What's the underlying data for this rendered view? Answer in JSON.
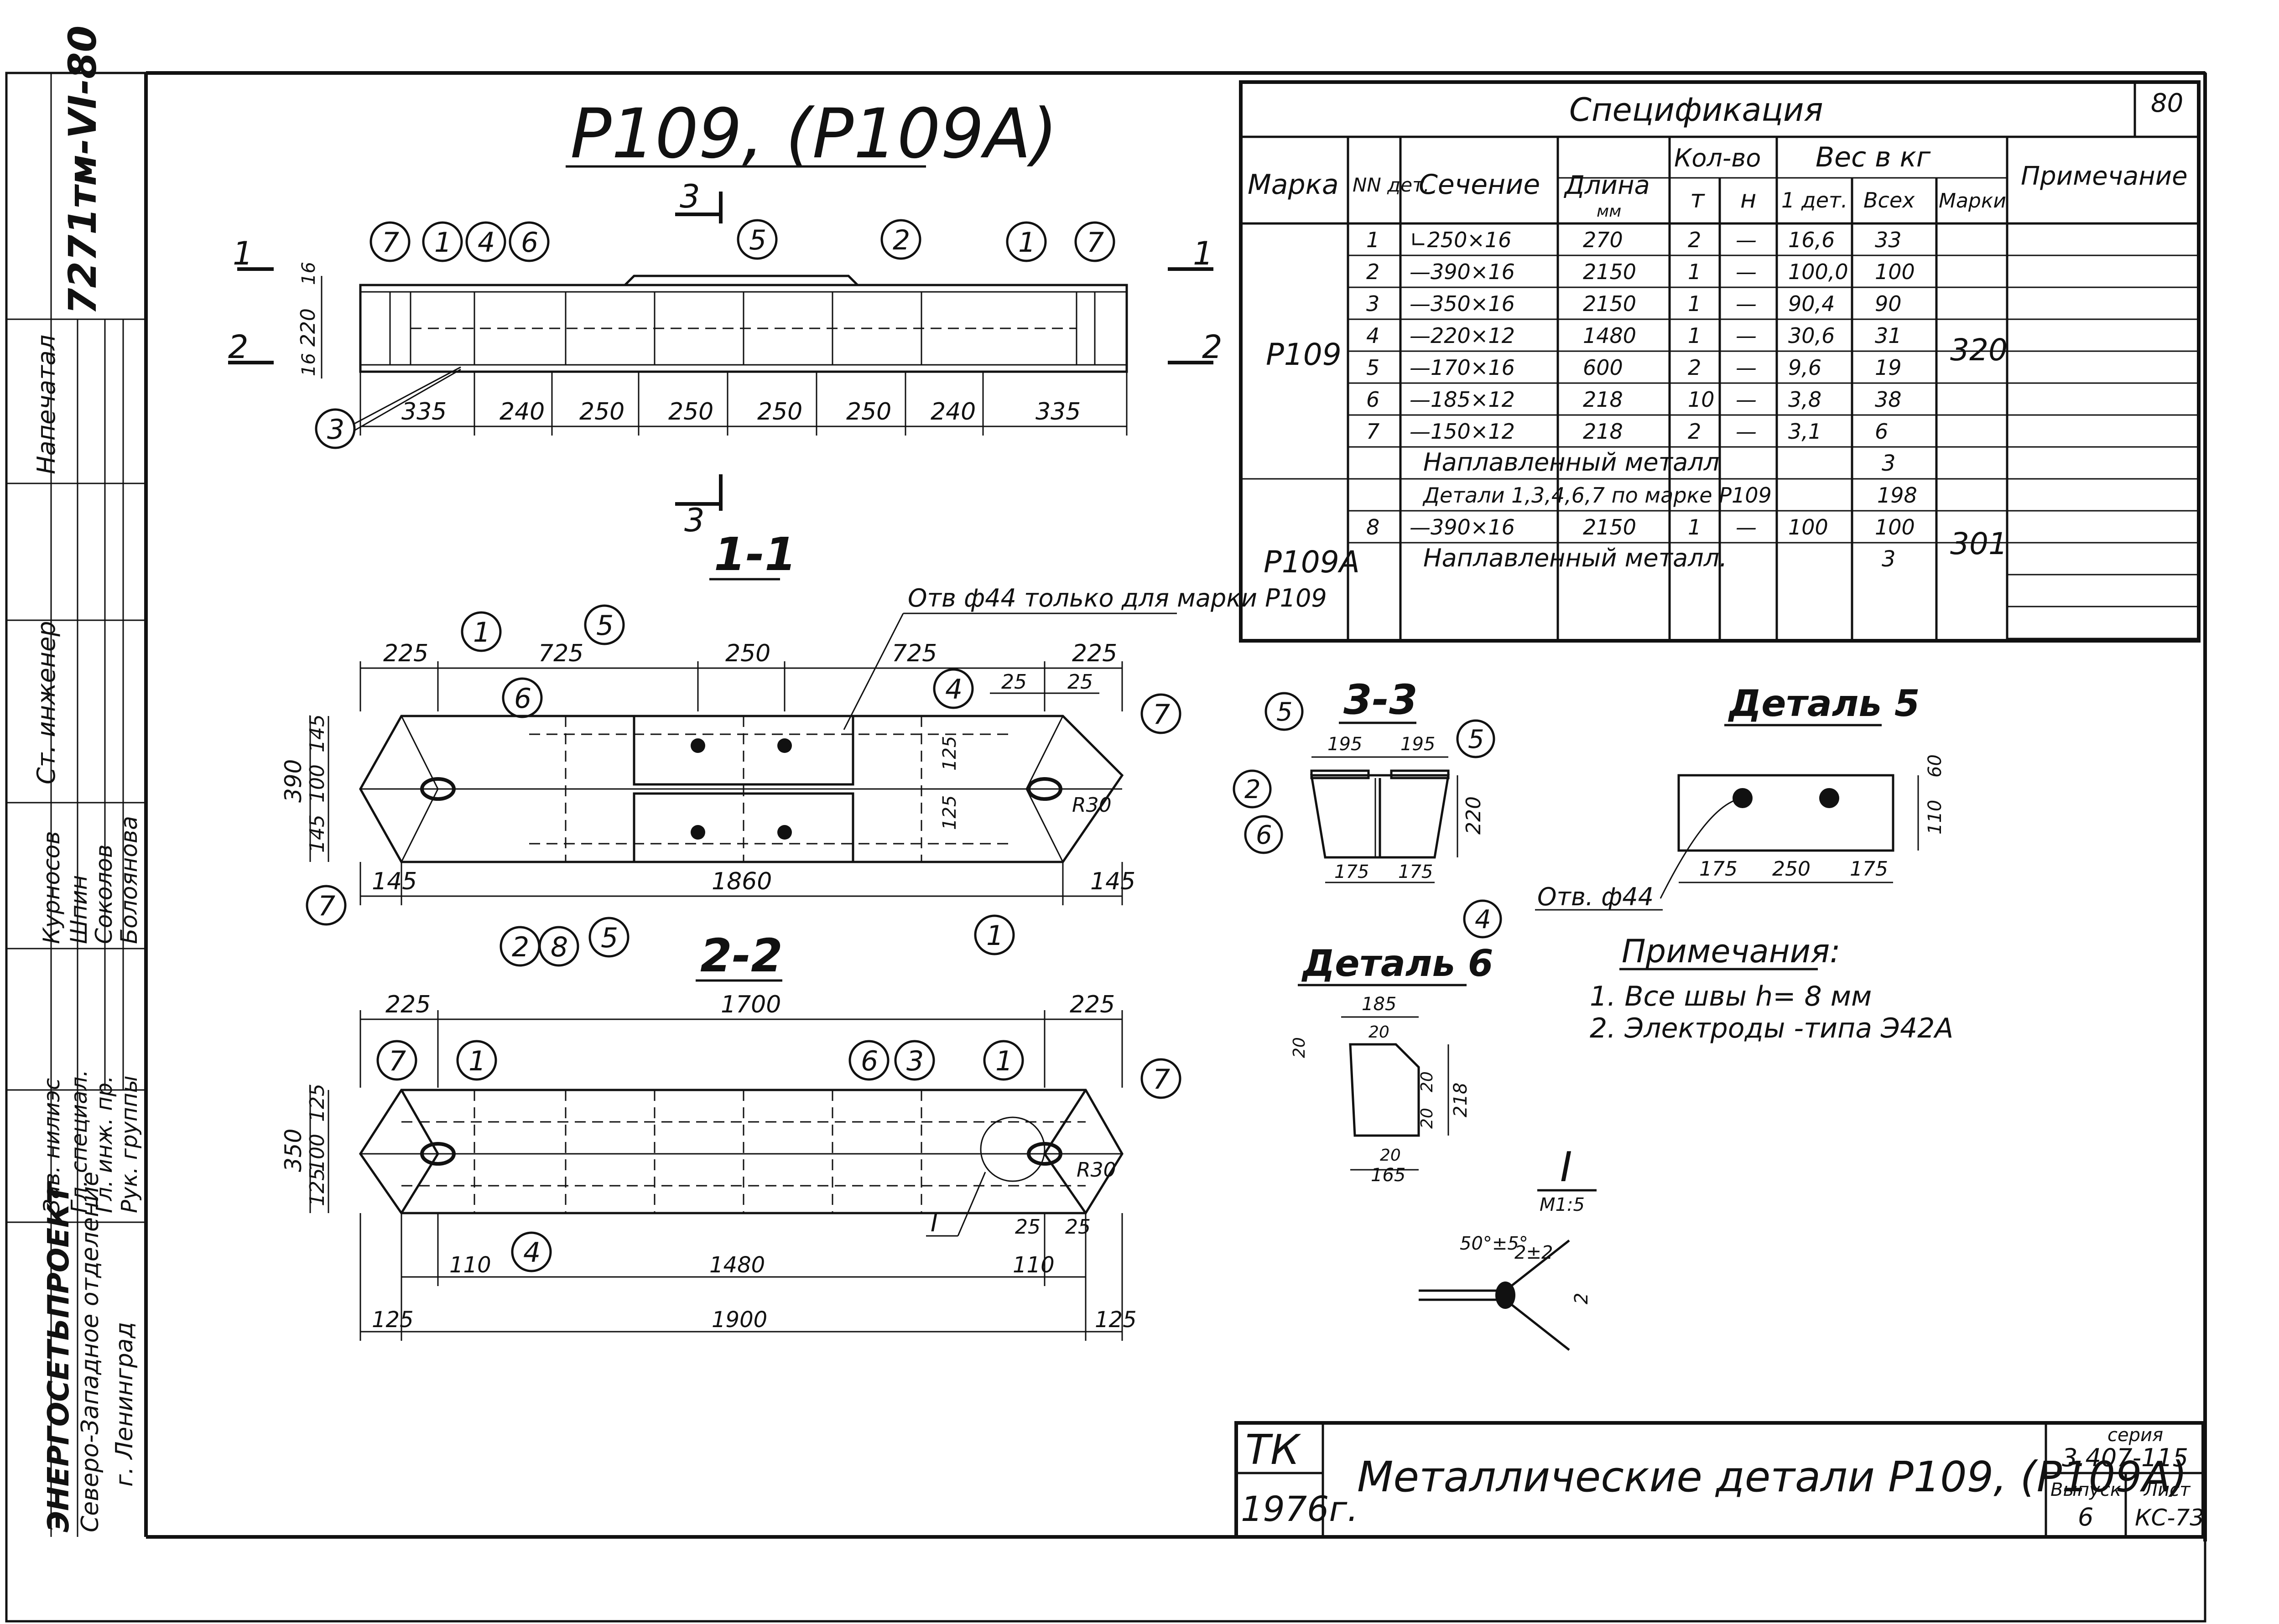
{
  "drawing": {
    "title": "Р109, (Р109А)",
    "page_number": "80",
    "stamp_code": "7271тм-VI-80"
  },
  "sections": {
    "s11": "1-1",
    "s22": "2-2",
    "s33": "3-3",
    "detail5": "Деталь 5",
    "detail6": "Деталь 6",
    "nodeI": "I",
    "nodeI_scale": "М1:5"
  },
  "cut_marks": {
    "m1": "1",
    "m2": "2",
    "m3": "3"
  },
  "dims": {
    "top_row": [
      "335",
      "240",
      "250",
      "250",
      "250",
      "250",
      "240",
      "335"
    ],
    "top_h": [
      "16",
      "220",
      "16"
    ],
    "s11_top": [
      "225",
      "725",
      "250",
      "725",
      "225"
    ],
    "s11_left": [
      "145",
      "100",
      "145"
    ],
    "s11_390": "390",
    "s11_bottom": [
      "145",
      "1860",
      "145"
    ],
    "s11_right": [
      "25",
      "25"
    ],
    "s11_mid": [
      "125",
      "125"
    ],
    "r30": "R30",
    "s22_top": [
      "225",
      "1700",
      "225"
    ],
    "s22_left": [
      "125",
      "100",
      "125"
    ],
    "s22_350": "350",
    "s22_b1": [
      "110",
      "1480",
      "110"
    ],
    "s22_b2": [
      "125",
      "1900",
      "125"
    ],
    "s22_right": [
      "25",
      "25"
    ],
    "s33_top": [
      "195",
      "195"
    ],
    "s33_bot": [
      "175",
      "175"
    ],
    "s33_h": "220",
    "d5_bot": [
      "175",
      "250",
      "175"
    ],
    "d5_r": [
      "60",
      "110"
    ],
    "d6": [
      "185",
      "20",
      "20",
      "20",
      "218",
      "20",
      "165",
      "20"
    ],
    "nodeI": [
      "50°±5°",
      "2±2",
      "2"
    ]
  },
  "callouts": {
    "hole_note": "Отв ф44 только для марки Р109",
    "hole": "Отв. ф44"
  },
  "balloons": {
    "top": [
      "7",
      "1",
      "4",
      "6",
      "5",
      "2",
      "1",
      "7",
      "3"
    ],
    "s11": [
      "1",
      "5",
      "6",
      "4",
      "7",
      "7",
      "2",
      "8",
      "5",
      "1"
    ],
    "s22": [
      "7",
      "1",
      "6",
      "3",
      "1",
      "7",
      "4"
    ],
    "s33": [
      "5",
      "5",
      "2",
      "6",
      "4"
    ]
  },
  "spec": {
    "title": "Спецификация",
    "headers": {
      "marka": "Марка",
      "nn": "NN дет.",
      "sechenie": "Сечение",
      "dlina": "Длина",
      "mm": "мм",
      "kolvo": "Кол-во",
      "t": "т",
      "n": "н",
      "ves": "Вес в кг",
      "odet": "1 дет.",
      "vseh": "Всех",
      "marki": "Марки",
      "primechanie": "Примечание"
    },
    "groups": [
      {
        "mark": "Р109",
        "total": "320",
        "rows": [
          {
            "n": "1",
            "sec": "∟250×16",
            "len": "270",
            "t": "2",
            "h": "—",
            "one": "16,6",
            "all": "33"
          },
          {
            "n": "2",
            "sec": "—390×16",
            "len": "2150",
            "t": "1",
            "h": "—",
            "one": "100,0",
            "all": "100"
          },
          {
            "n": "3",
            "sec": "—350×16",
            "len": "2150",
            "t": "1",
            "h": "—",
            "one": "90,4",
            "all": "90"
          },
          {
            "n": "4",
            "sec": "—220×12",
            "len": "1480",
            "t": "1",
            "h": "—",
            "one": "30,6",
            "all": "31"
          },
          {
            "n": "5",
            "sec": "—170×16",
            "len": "600",
            "t": "2",
            "h": "—",
            "one": "9,6",
            "all": "19"
          },
          {
            "n": "6",
            "sec": "—185×12",
            "len": "218",
            "t": "10",
            "h": "—",
            "one": "3,8",
            "all": "38"
          },
          {
            "n": "7",
            "sec": "—150×12",
            "len": "218",
            "t": "2",
            "h": "—",
            "one": "3,1",
            "all": "6"
          }
        ],
        "weld_label": "Наплавленный   металл",
        "weld_all": "3"
      },
      {
        "mark": "Р109А",
        "total": "301",
        "details_label": "Детали 1,3,4,6,7 по марке Р109",
        "details_all": "198",
        "rows": [
          {
            "n": "8",
            "sec": "—390×16",
            "len": "2150",
            "t": "1",
            "h": "—",
            "one": "100",
            "all": "100"
          }
        ],
        "weld_label": "Наплавленный   металл.",
        "weld_all": "3"
      }
    ]
  },
  "notes": {
    "title": "Примечания:",
    "items": [
      "1. Все швы  h= 8 мм",
      "2. Электроды -типа  Э42А"
    ]
  },
  "title_block": {
    "tk": "ТК",
    "year": "1976г.",
    "name": "Металлические детали Р109, (Р109А)",
    "seria_label": "серия",
    "seria": "3.407-115",
    "vypusk_label": "Выпуск",
    "vypusk": "6",
    "list_label": "Лист",
    "list": "КС-73"
  },
  "side_stamp": {
    "org": "ЭНЕРГОСЕТЬПРОЕКТ",
    "dept": "Северо-Западное отделение",
    "city": "г. Ленинград",
    "roles": [
      "Зав. нилиэс",
      "Гл. специал.",
      "Гл. инж. пр.",
      "Рук. группы",
      "Ст. инженер",
      "Напечатал"
    ],
    "names": [
      "Курносов",
      "Шпин",
      "Соколов",
      "Болоянова"
    ]
  }
}
